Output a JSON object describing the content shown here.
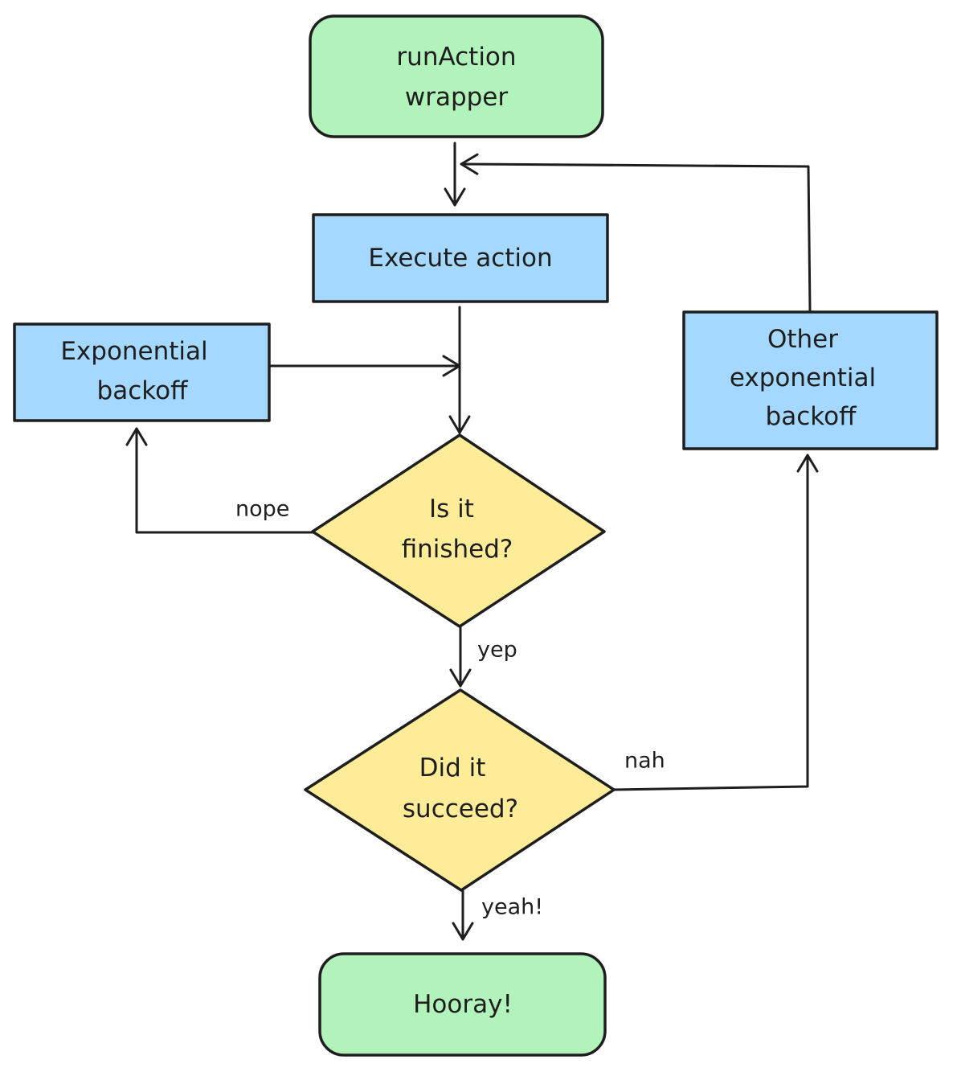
{
  "colors": {
    "start_end_fill": "#b2f2bb",
    "process_fill": "#a5d8ff",
    "decision_fill": "#ffec99",
    "stroke": "#1e1e1e"
  },
  "nodes": {
    "start": {
      "line1": "runAction",
      "line2": "wrapper"
    },
    "execute": {
      "line1": "Execute action"
    },
    "backoff": {
      "line1": "Exponential",
      "line2": "backoff"
    },
    "other_backoff": {
      "line1": "Other",
      "line2": "exponential",
      "line3": "backoff"
    },
    "finished": {
      "line1": "Is it",
      "line2": "finished?"
    },
    "succeeded": {
      "line1": "Did it",
      "line2": "succeed?"
    },
    "end": {
      "line1": "Hooray!"
    }
  },
  "edges": {
    "nope": "nope",
    "yep": "yep",
    "nah": "nah",
    "yeah": "yeah!"
  }
}
